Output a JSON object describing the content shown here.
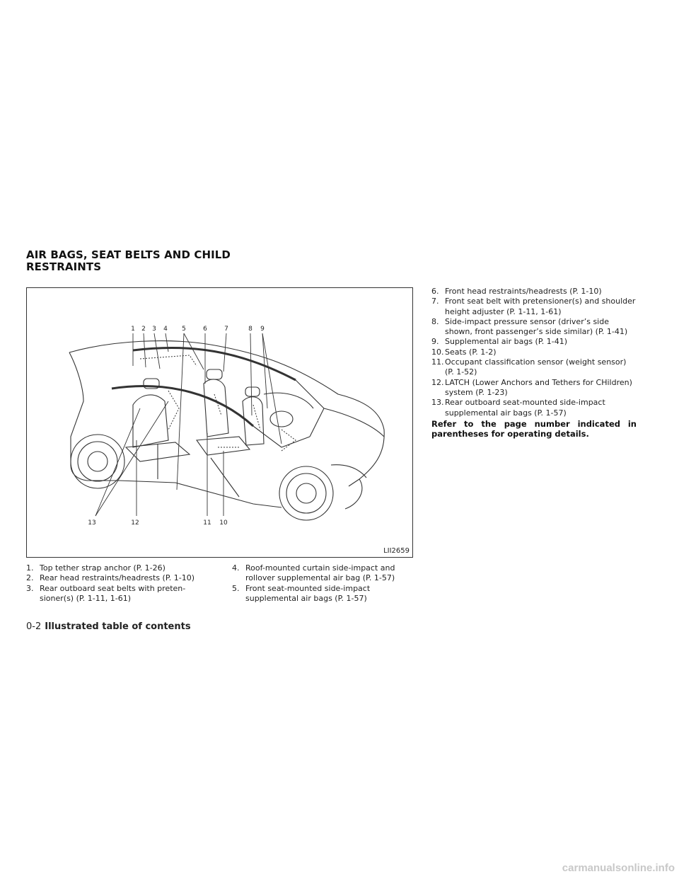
{
  "section_title": "AIR BAGS, SEAT BELTS AND CHILD RESTRAINTS",
  "figure": {
    "id": "LII2659",
    "callouts_top": [
      "1",
      "2",
      "3",
      "4",
      "5",
      "6",
      "7",
      "8",
      "9"
    ],
    "callouts_bottom": [
      "13",
      "12",
      "11",
      "10"
    ]
  },
  "items": [
    {
      "num": "1.",
      "text": "Top tether strap anchor (P. 1-26)"
    },
    {
      "num": "2.",
      "text": "Rear head restraints/headrests (P. 1-10)"
    },
    {
      "num": "3.",
      "text": "Rear outboard seat belts with preten-sioner(s) (P. 1-11, 1-61)"
    },
    {
      "num": "4.",
      "text": "Roof-mounted curtain side-impact and rollover supplemental air bag (P. 1-57)"
    },
    {
      "num": "5.",
      "text": "Front seat-mounted side-impact supplemental air bags (P. 1-57)"
    },
    {
      "num": "6.",
      "text": "Front head restraints/headrests (P. 1-10)"
    },
    {
      "num": "7.",
      "text": "Front seat belt with pretensioner(s) and shoulder height adjuster (P. 1-11, 1-61)"
    },
    {
      "num": "8.",
      "text": "Side-impact pressure sensor (driver’s side shown, front passenger’s side similar) (P. 1-41)"
    },
    {
      "num": "9.",
      "text": "Supplemental air bags (P. 1-41)"
    },
    {
      "num": "10.",
      "text": "Seats (P. 1-2)"
    },
    {
      "num": "11.",
      "text": "Occupant classification sensor (weight sensor) (P. 1-52)"
    },
    {
      "num": "12.",
      "text": "LATCH (Lower Anchors and Tethers for CHildren) system (P. 1-23)"
    },
    {
      "num": "13.",
      "text": "Rear outboard seat-mounted side-impact supplemental air bags (P. 1-57)"
    }
  ],
  "note": "Refer to the page number indicated in parentheses for operating details.",
  "footer": {
    "page": "0-2",
    "title": "Illustrated table of contents"
  },
  "watermark": "carmanualsonline.info"
}
